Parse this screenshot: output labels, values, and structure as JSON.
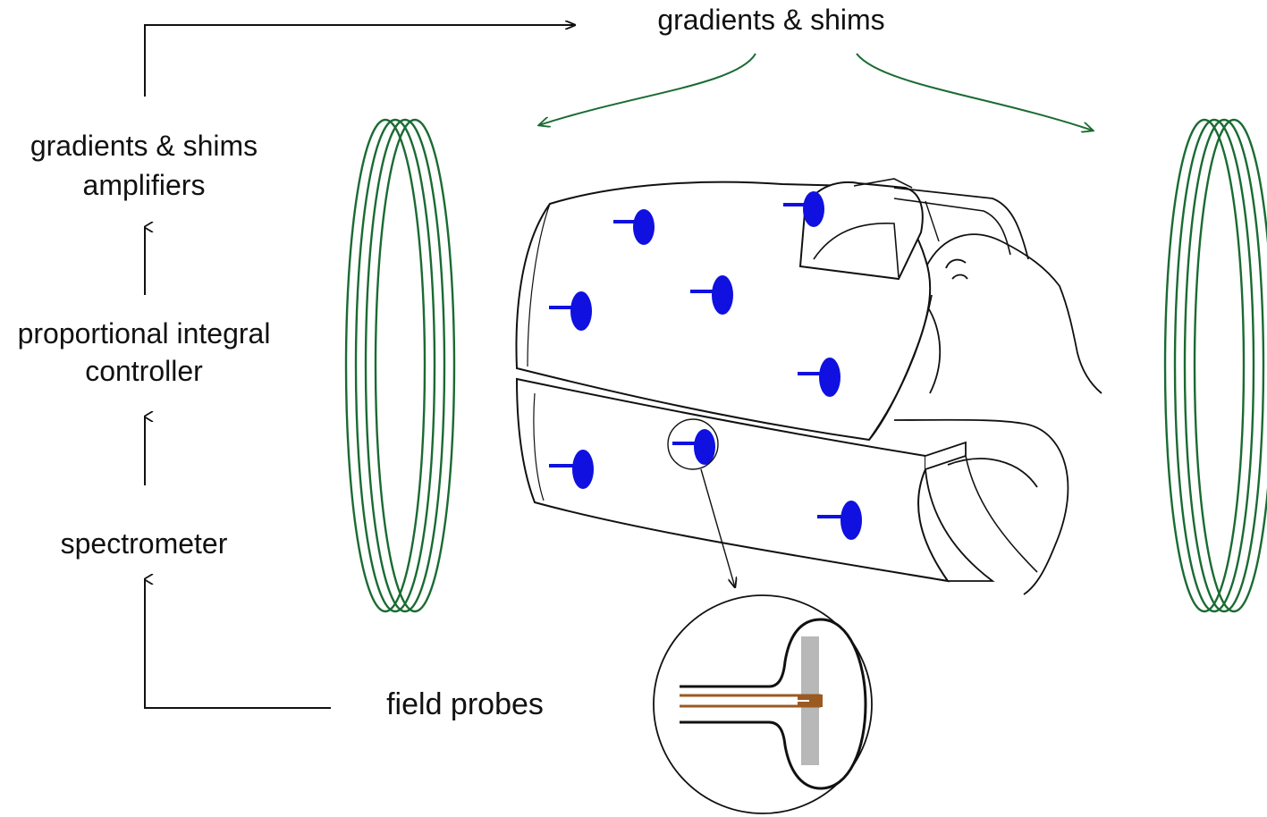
{
  "labels": {
    "gradients_shims": "gradients & shims",
    "amplifiers_line1": "gradients & shims",
    "amplifiers_line2": "amplifiers",
    "controller_line1": "proportional integral",
    "controller_line2": "controller",
    "spectrometer": "spectrometer",
    "field_probes": "field probes"
  },
  "colors": {
    "coil": "#1a6b32",
    "probe": "#1010e0",
    "copper": "#9a5a22",
    "insert": "#b8b8b8",
    "line": "#111111"
  },
  "icons": {
    "coil": "ring-coil-icon",
    "probe": "field-probe-dot-icon",
    "head": "patient-head-icon"
  }
}
